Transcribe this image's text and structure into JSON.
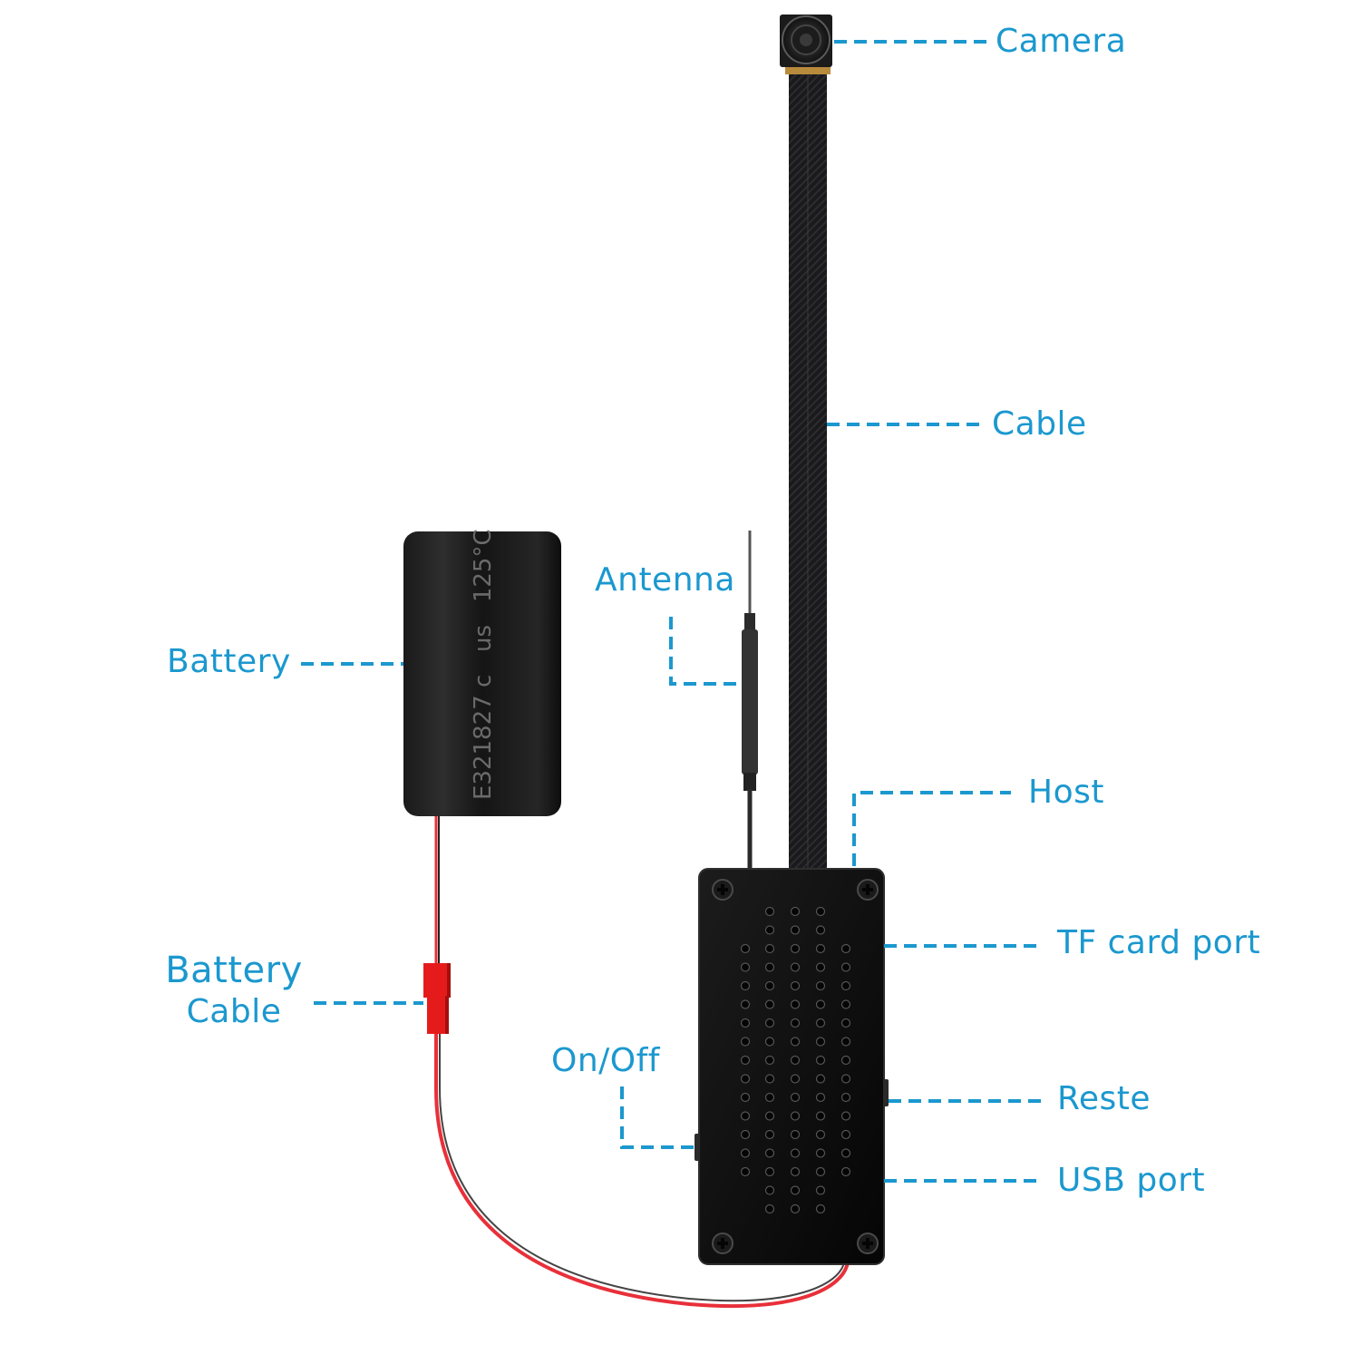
{
  "title": "Camera module component diagram",
  "colors": {
    "label": "#1b98cf",
    "device": "#111111",
    "wire_red": "#e8303a",
    "connector": "#e51b1b"
  },
  "labels": {
    "camera": "Camera",
    "cable": "Cable",
    "antenna": "Antenna",
    "battery": "Battery",
    "host": "Host",
    "tf_card_port": "TF card port",
    "battery_cable_line1": "Battery",
    "battery_cable_line2": "Cable",
    "on_off": "On/Off",
    "reset": "Reste",
    "usb_port": "USB port"
  },
  "battery_print": {
    "text": "E321827 c   us   125°C"
  }
}
